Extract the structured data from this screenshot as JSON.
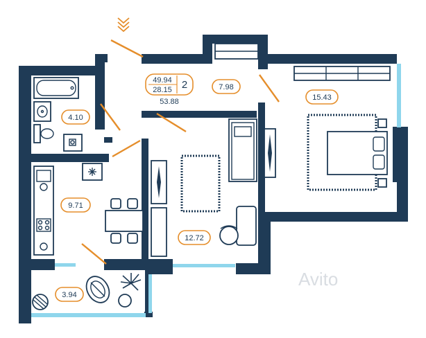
{
  "summary": {
    "total_area": "49.94",
    "living_area": "28.15",
    "rooms": "2",
    "gross_area": "53.88"
  },
  "rooms": {
    "bathroom": "4.10",
    "kitchen": "9.71",
    "balcony": "3.94",
    "hall": "7.98",
    "living_room": "12.72",
    "bedroom": "15.43"
  },
  "watermark": "Avito",
  "icons": [
    "entrance-chevron-icon",
    "kitchen-fan-icon",
    "palm-plant-icon"
  ],
  "colors": {
    "wall": "#1f3b56",
    "window": "#8fd6ec",
    "door_swing": "#e58e2b",
    "label_border": "#e58e2b"
  }
}
